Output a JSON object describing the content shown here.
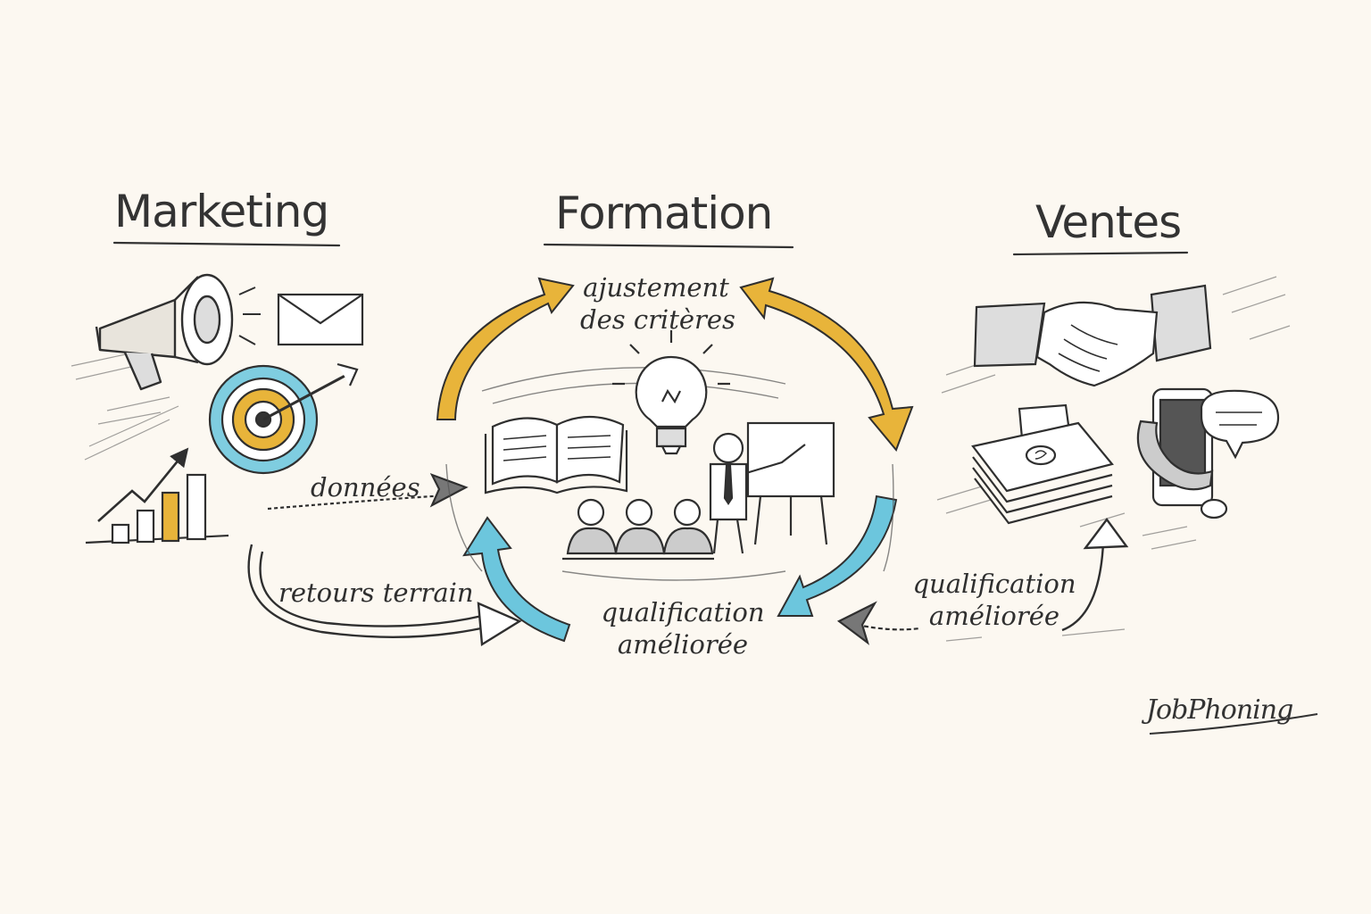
{
  "sections": {
    "marketing": {
      "title": "Marketing"
    },
    "formation": {
      "title": "Formation"
    },
    "ventes": {
      "title": "Ventes"
    }
  },
  "flows": {
    "donnees": "données",
    "retours_terrain": "retours terrain",
    "ajustement_line1": "ajustement",
    "ajustement_line2": "des critères",
    "qualif_center_line1": "qualification",
    "qualif_center_line2": "améliorée",
    "qualif_right_line1": "qualification",
    "qualif_right_line2": "améliorée"
  },
  "brand": "JobPhoning",
  "colors": {
    "ink": "#2f2f2f",
    "accent_yellow": "#e8b43a",
    "accent_blue": "#6cc6dd",
    "background": "#fcf8f1"
  },
  "icons": [
    "megaphone-icon",
    "envelope-icon",
    "target-icon",
    "bar-chart-icon",
    "book-icon",
    "lightbulb-icon",
    "presenter-icon",
    "audience-icon",
    "handshake-icon",
    "money-icon",
    "phone-icon",
    "chat-bubble-icon"
  ]
}
